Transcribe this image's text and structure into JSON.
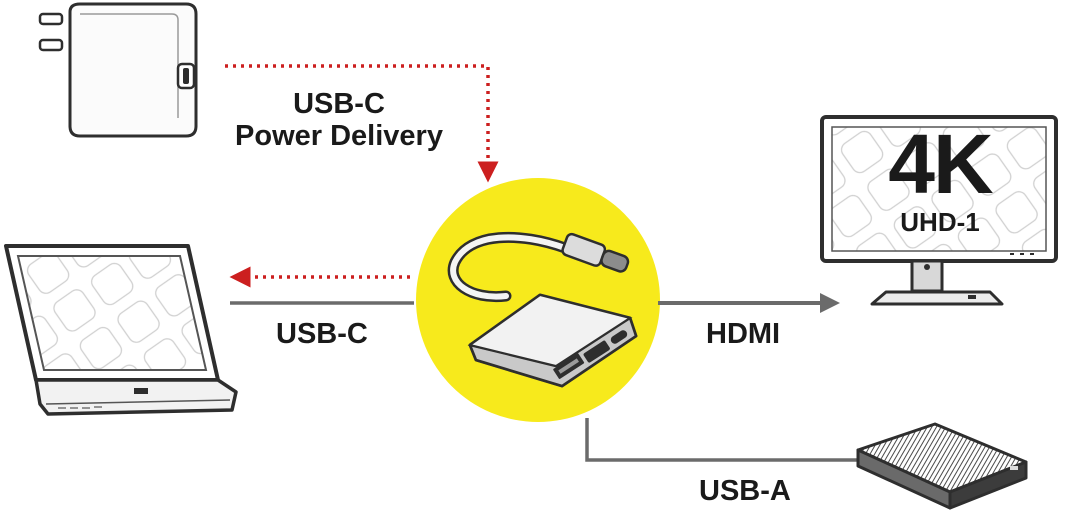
{
  "diagram": {
    "nodes": [
      {
        "id": "charger",
        "icon": "power-adapter-icon"
      },
      {
        "id": "laptop",
        "icon": "laptop-icon"
      },
      {
        "id": "adapter",
        "icon": "usb-c-multiport-adapter-icon"
      },
      {
        "id": "monitor",
        "icon": "monitor-icon",
        "labels": {
          "resolution": "4K",
          "standard": "UHD-1"
        }
      },
      {
        "id": "drive",
        "icon": "external-drive-icon"
      }
    ],
    "edges": [
      {
        "from": "charger",
        "to": "adapter",
        "style": "dotted-red-arrow",
        "label_lines": [
          "USB-C",
          "Power Delivery"
        ]
      },
      {
        "from": "adapter",
        "to": "laptop",
        "style": "dotted-red-arrow",
        "label": ""
      },
      {
        "from": "laptop",
        "to": "adapter",
        "style": "solid-grey-line",
        "label": "USB-C"
      },
      {
        "from": "adapter",
        "to": "monitor",
        "style": "solid-grey-arrow",
        "label": "HDMI"
      },
      {
        "from": "adapter",
        "to": "drive",
        "style": "solid-grey-line",
        "label": "USB-A"
      }
    ]
  },
  "colors": {
    "highlight": "#f7ea1c",
    "power_arrow": "#cc1f1f",
    "connector_line": "#6b6b6b",
    "outline": "#2e2e2e"
  }
}
